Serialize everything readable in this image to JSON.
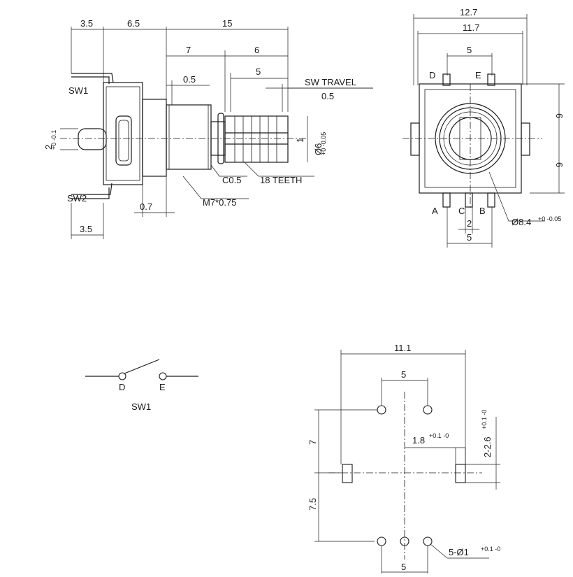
{
  "side_view": {
    "dim_3_5_top": "3.5",
    "dim_6_5": "6.5",
    "dim_15": "15",
    "dim_7": "7",
    "dim_6": "6",
    "dim_5": "5",
    "dim_0_5_left": "0.5",
    "sw_travel": "SW TRAVEL",
    "dim_0_5_right": "0.5",
    "sw1": "SW1",
    "sw2": "SW2",
    "shaft_dia_main": "2",
    "shaft_dia_tol": "+0 -0.1",
    "knurl_dia_main": "Ø6",
    "knurl_dia_tol": "+0 -0.05",
    "dim_1": "1",
    "chamfer": "C0.5",
    "teeth": "18 TEETH",
    "thread": "M7*0.75",
    "dim_0_7": "0.7",
    "dim_3_5_bottom": "3.5"
  },
  "front_view": {
    "dim_12_7": "12.7",
    "dim_11_7": "11.7",
    "dim_5_top": "5",
    "pin_d": "D",
    "pin_e": "E",
    "dim_6_upper": "6",
    "dim_6_lower": "6",
    "pin_a": "A",
    "pin_c": "C",
    "pin_b": "B",
    "dim_2": "2",
    "dim_5_bottom": "5",
    "ring_dia_main": "Ø8.4",
    "ring_dia_tol": "+0 -0.05"
  },
  "switch_schematic": {
    "node_d": "D",
    "node_e": "E",
    "label": "SW1"
  },
  "footprint": {
    "dim_11_1": "11.1",
    "dim_5_top": "5",
    "dim_7": "7",
    "dim_7_5": "7.5",
    "slot_width_main": "1.8",
    "slot_width_tol": "+0.1 -0",
    "slot_len_main": "2-2.6",
    "slot_len_tol": "+0.1 -0",
    "hole_main": "5-Ø1",
    "hole_tol": "+0.1 -0",
    "dim_5_bottom": "5"
  }
}
